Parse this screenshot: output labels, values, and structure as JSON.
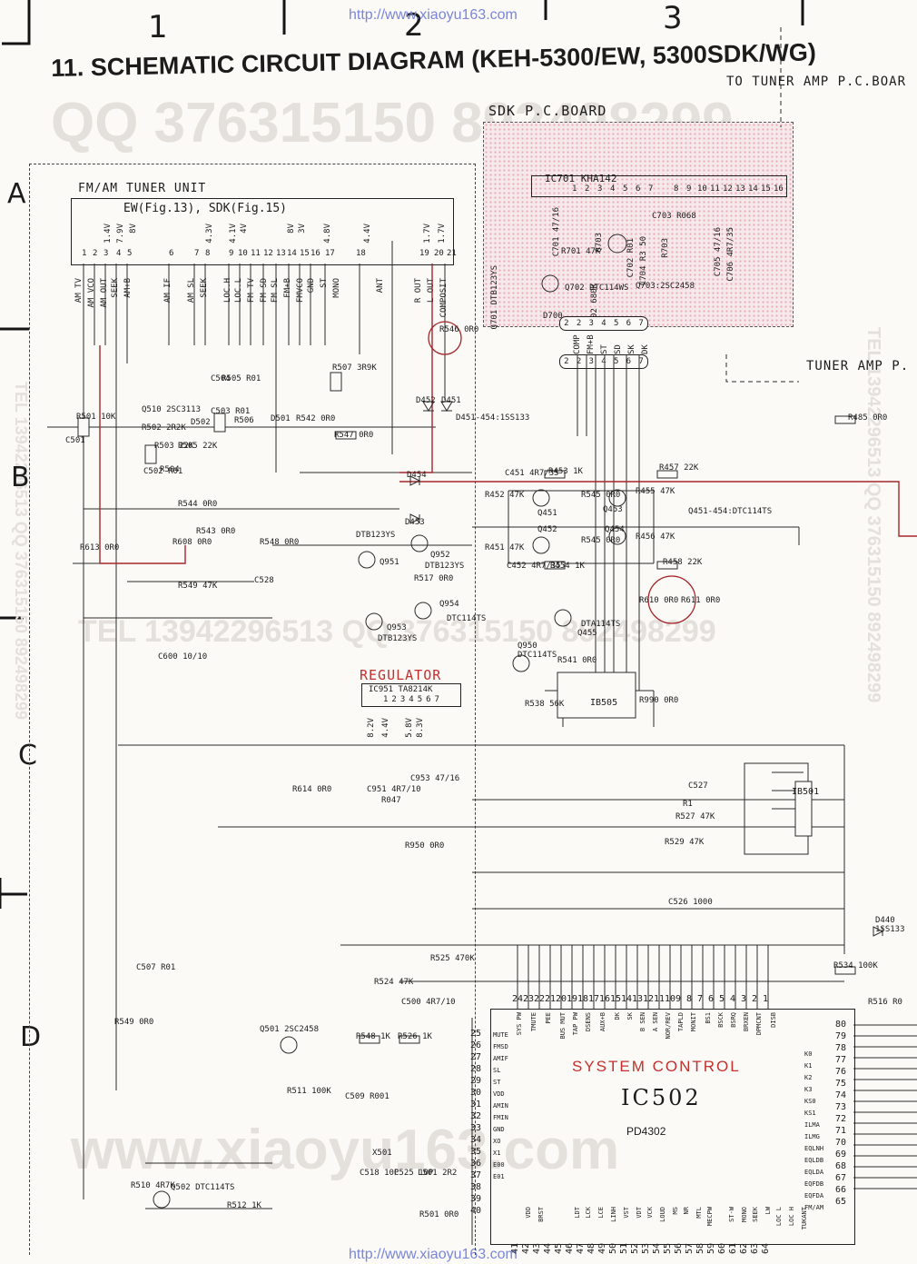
{
  "column_numbers": [
    "1",
    "2",
    "3"
  ],
  "row_letters": [
    "A",
    "B",
    "C",
    "D"
  ],
  "url_top": "http://www.xiaoyu163.com",
  "url_bottom": "http://www.xiaoyu163.com",
  "title": "11. SCHEMATIC CIRCUIT DIAGRAM (KEH-5300/EW, 5300SDK/WG)",
  "to_tuner_amp": "TO TUNER AMP P.C.BOAR",
  "watermarks": {
    "qq": "QQ 376315150  892498299",
    "tel": "TEL 13942296513  QQ 376315150 892498299",
    "www": "www.xiaoyu163.com",
    "side_right": "TEL 13942296513  QQ 376315150 892498299",
    "side_left": "TEL 13942296513  QQ 376315150 892498299"
  },
  "sdk_board": {
    "label": "SDK P.C.BOARD",
    "ic": "IC701  KHA142",
    "pins": [
      "1",
      "2",
      "3",
      "4",
      "5",
      "6",
      "7",
      "8",
      "9",
      "10",
      "11",
      "12",
      "13",
      "14",
      "15",
      "16"
    ],
    "parts": [
      "C701 47/16",
      "R701 47K",
      "Q701 DTB123YS",
      "Q702 DTC114WS",
      "Q703",
      "C702 R01",
      "R702 680K",
      "C703 R068",
      "C704 R3 50",
      "R703",
      "C705 47/16",
      "C706 4R7/35",
      "Q703:2SC2458"
    ],
    "connector": "D700",
    "connector_pins": [
      "2",
      "2",
      "3",
      "4",
      "5",
      "6",
      "7"
    ],
    "connector_labels": [
      "COMP",
      "FM+B",
      "ST",
      "SD",
      "SK",
      "DK"
    ]
  },
  "tuner_unit": {
    "label": "FM/AM TUNER UNIT",
    "sub": "EW(Fig.13), SDK(Fig.15)",
    "pins": [
      "1",
      "2",
      "3",
      "4",
      "5",
      "6",
      "7",
      "8",
      "9",
      "10",
      "11",
      "12",
      "13",
      "14",
      "15",
      "16",
      "17",
      "18",
      "19",
      "20",
      "21"
    ],
    "voltages": [
      "1.4V",
      "7.9V",
      "8V",
      "4.3V",
      "4.1V",
      "4V",
      "8V",
      "3V",
      "4.8V",
      "4.4V",
      "1.7V",
      "1.7V"
    ],
    "signals": [
      "AM TV",
      "AM VCO",
      "AM OUT",
      "SEEK",
      "AM+B",
      "AM IF",
      "AM SL",
      "SEEK",
      "LOC.H",
      "LOC.L",
      "FM TV",
      "FM SD",
      "FM SL",
      "FM+B",
      "FMVCO",
      "GND",
      "ST",
      "MONO",
      "ANT",
      "R OUT",
      "L OUT",
      "COMPOSIT"
    ]
  },
  "tuner_amp_label": "TUNER AMP P.",
  "regulator": {
    "label": "REGULATOR",
    "ic": "IC951  TA8214K",
    "pins": [
      "1",
      "2",
      "3",
      "4",
      "5",
      "6",
      "7"
    ],
    "voltages": [
      "8.2V",
      "4.4V",
      "5.8V",
      "8.3V"
    ]
  },
  "ib505": "IB505",
  "ib501": "IB501",
  "component_labels": [
    "R501 10K",
    "C501",
    "R502 2R2K",
    "Q510 2SC3113",
    "D502",
    "R503 22K",
    "R504",
    "R505 22K",
    "C502 R01",
    "R506",
    "C503 R01",
    "C504",
    "R505 R01",
    "D501",
    "R542 0R0",
    "R507 3R9K",
    "R547 0R0",
    "D452",
    "D451",
    "D451-454:1SS133",
    "R546 0R0",
    "R485 0R0",
    "D454",
    "C451 4R7/35",
    "R453 1K",
    "R457 22K",
    "R452 47K",
    "R545 0R0",
    "R455 47K",
    "Q451",
    "Q453",
    "Q452",
    "Q454",
    "Q451-454:DTC114TS",
    "R451 47K",
    "R545 0R0",
    "R456 47K",
    "C452 4R7/35",
    "R454 1K",
    "R458 22K",
    "R544 0R0",
    "D453",
    "R613 0R0",
    "R608 0R0",
    "R543 0R0",
    "R549 47K",
    "R548 0R0",
    "C528",
    "DTB123YS",
    "Q951",
    "Q952",
    "DTB123YS",
    "R517 0R0",
    "Q953",
    "DTB123YS",
    "Q954",
    "DTC114TS",
    "R610 0R0",
    "R611 0R0",
    "Q455",
    "DTA114TS",
    "C600 10/10",
    "Q950",
    "DTC114TS",
    "R541 0R0",
    "R538 56K",
    "R990 0R0",
    "R614 0R0",
    "C951 4R7/10",
    "R047",
    "C953 47/16",
    "R950 0R0",
    "C527",
    "R1",
    "R527 47K",
    "R529 47K",
    "C526 1000",
    "R516 R0",
    "D440 1SS133",
    "R534 100K",
    "R525 470K",
    "R524 47K",
    "C500 4R7/10",
    "C507 R01",
    "R549 0R0",
    "Q501 2SC2458",
    "R548 1K",
    "R526 1K",
    "R511 100K",
    "C509 R001",
    "X501",
    "C518 10P",
    "C525 10P",
    "L501 2R2",
    "R510 4R7K",
    "Q502 DTC114TS",
    "R512 1K",
    "R501 0R0"
  ],
  "ic502": {
    "title": "SYSTEM  CONTROL",
    "name": "IC502",
    "part": "PD4302",
    "top_pins": [
      "24",
      "23",
      "22",
      "21",
      "20",
      "19",
      "18",
      "17",
      "16",
      "15",
      "14",
      "13",
      "12",
      "11",
      "10",
      "9",
      "8",
      "7",
      "6",
      "5",
      "4",
      "3",
      "2",
      "1"
    ],
    "top_names": [
      "SYS PW",
      "TMUTE",
      "PEE",
      "BUS MUT",
      "TAP PW",
      "DSENS",
      "AUX+B",
      "DK",
      "SK",
      "B SEN",
      "A SEN",
      "NOR/REV",
      "TAPLD",
      "MONIT",
      "BS1",
      "BSCK",
      "BSRQ",
      "BRXEN",
      "DPMCNT",
      "DISB"
    ],
    "left_pins": [
      "25",
      "26",
      "27",
      "28",
      "29",
      "30",
      "31",
      "32",
      "33",
      "34",
      "35",
      "36",
      "37",
      "38",
      "39",
      "40"
    ],
    "left_names": [
      "MUTE",
      "FMSD",
      "AMIF",
      "SL",
      "ST",
      "VDD",
      "AMIN",
      "FMIN",
      "GND",
      "XO",
      "X1",
      "E00",
      "E01"
    ],
    "right_pins": [
      "80",
      "79",
      "78",
      "77",
      "76",
      "75",
      "74",
      "73",
      "72",
      "71",
      "70",
      "69",
      "68",
      "67",
      "66",
      "65"
    ],
    "right_names": [
      "K0",
      "K1",
      "K2",
      "K3",
      "KS0",
      "KS1",
      "ILMA",
      "ILMG",
      "EQLNH",
      "EQLDB",
      "EQLDA",
      "EQFDB",
      "EQFDA",
      "FM/AM"
    ],
    "bottom_pins": [
      "41",
      "42",
      "43",
      "44",
      "45",
      "46",
      "47",
      "48",
      "49",
      "50",
      "51",
      "52",
      "53",
      "54",
      "55",
      "56",
      "57",
      "58",
      "59",
      "60",
      "61",
      "62",
      "63",
      "64"
    ],
    "bottom_names": [
      "VDD",
      "BRST",
      "LDT",
      "LCK",
      "LCE",
      "LINH",
      "VST",
      "VDT",
      "VCK",
      "LOUD",
      "MS",
      "NR",
      "MTL",
      "MECPW",
      "ST-W",
      "MONO",
      "SEEK",
      "LW",
      "LOC L",
      "LOC H",
      "TUKANT"
    ]
  }
}
